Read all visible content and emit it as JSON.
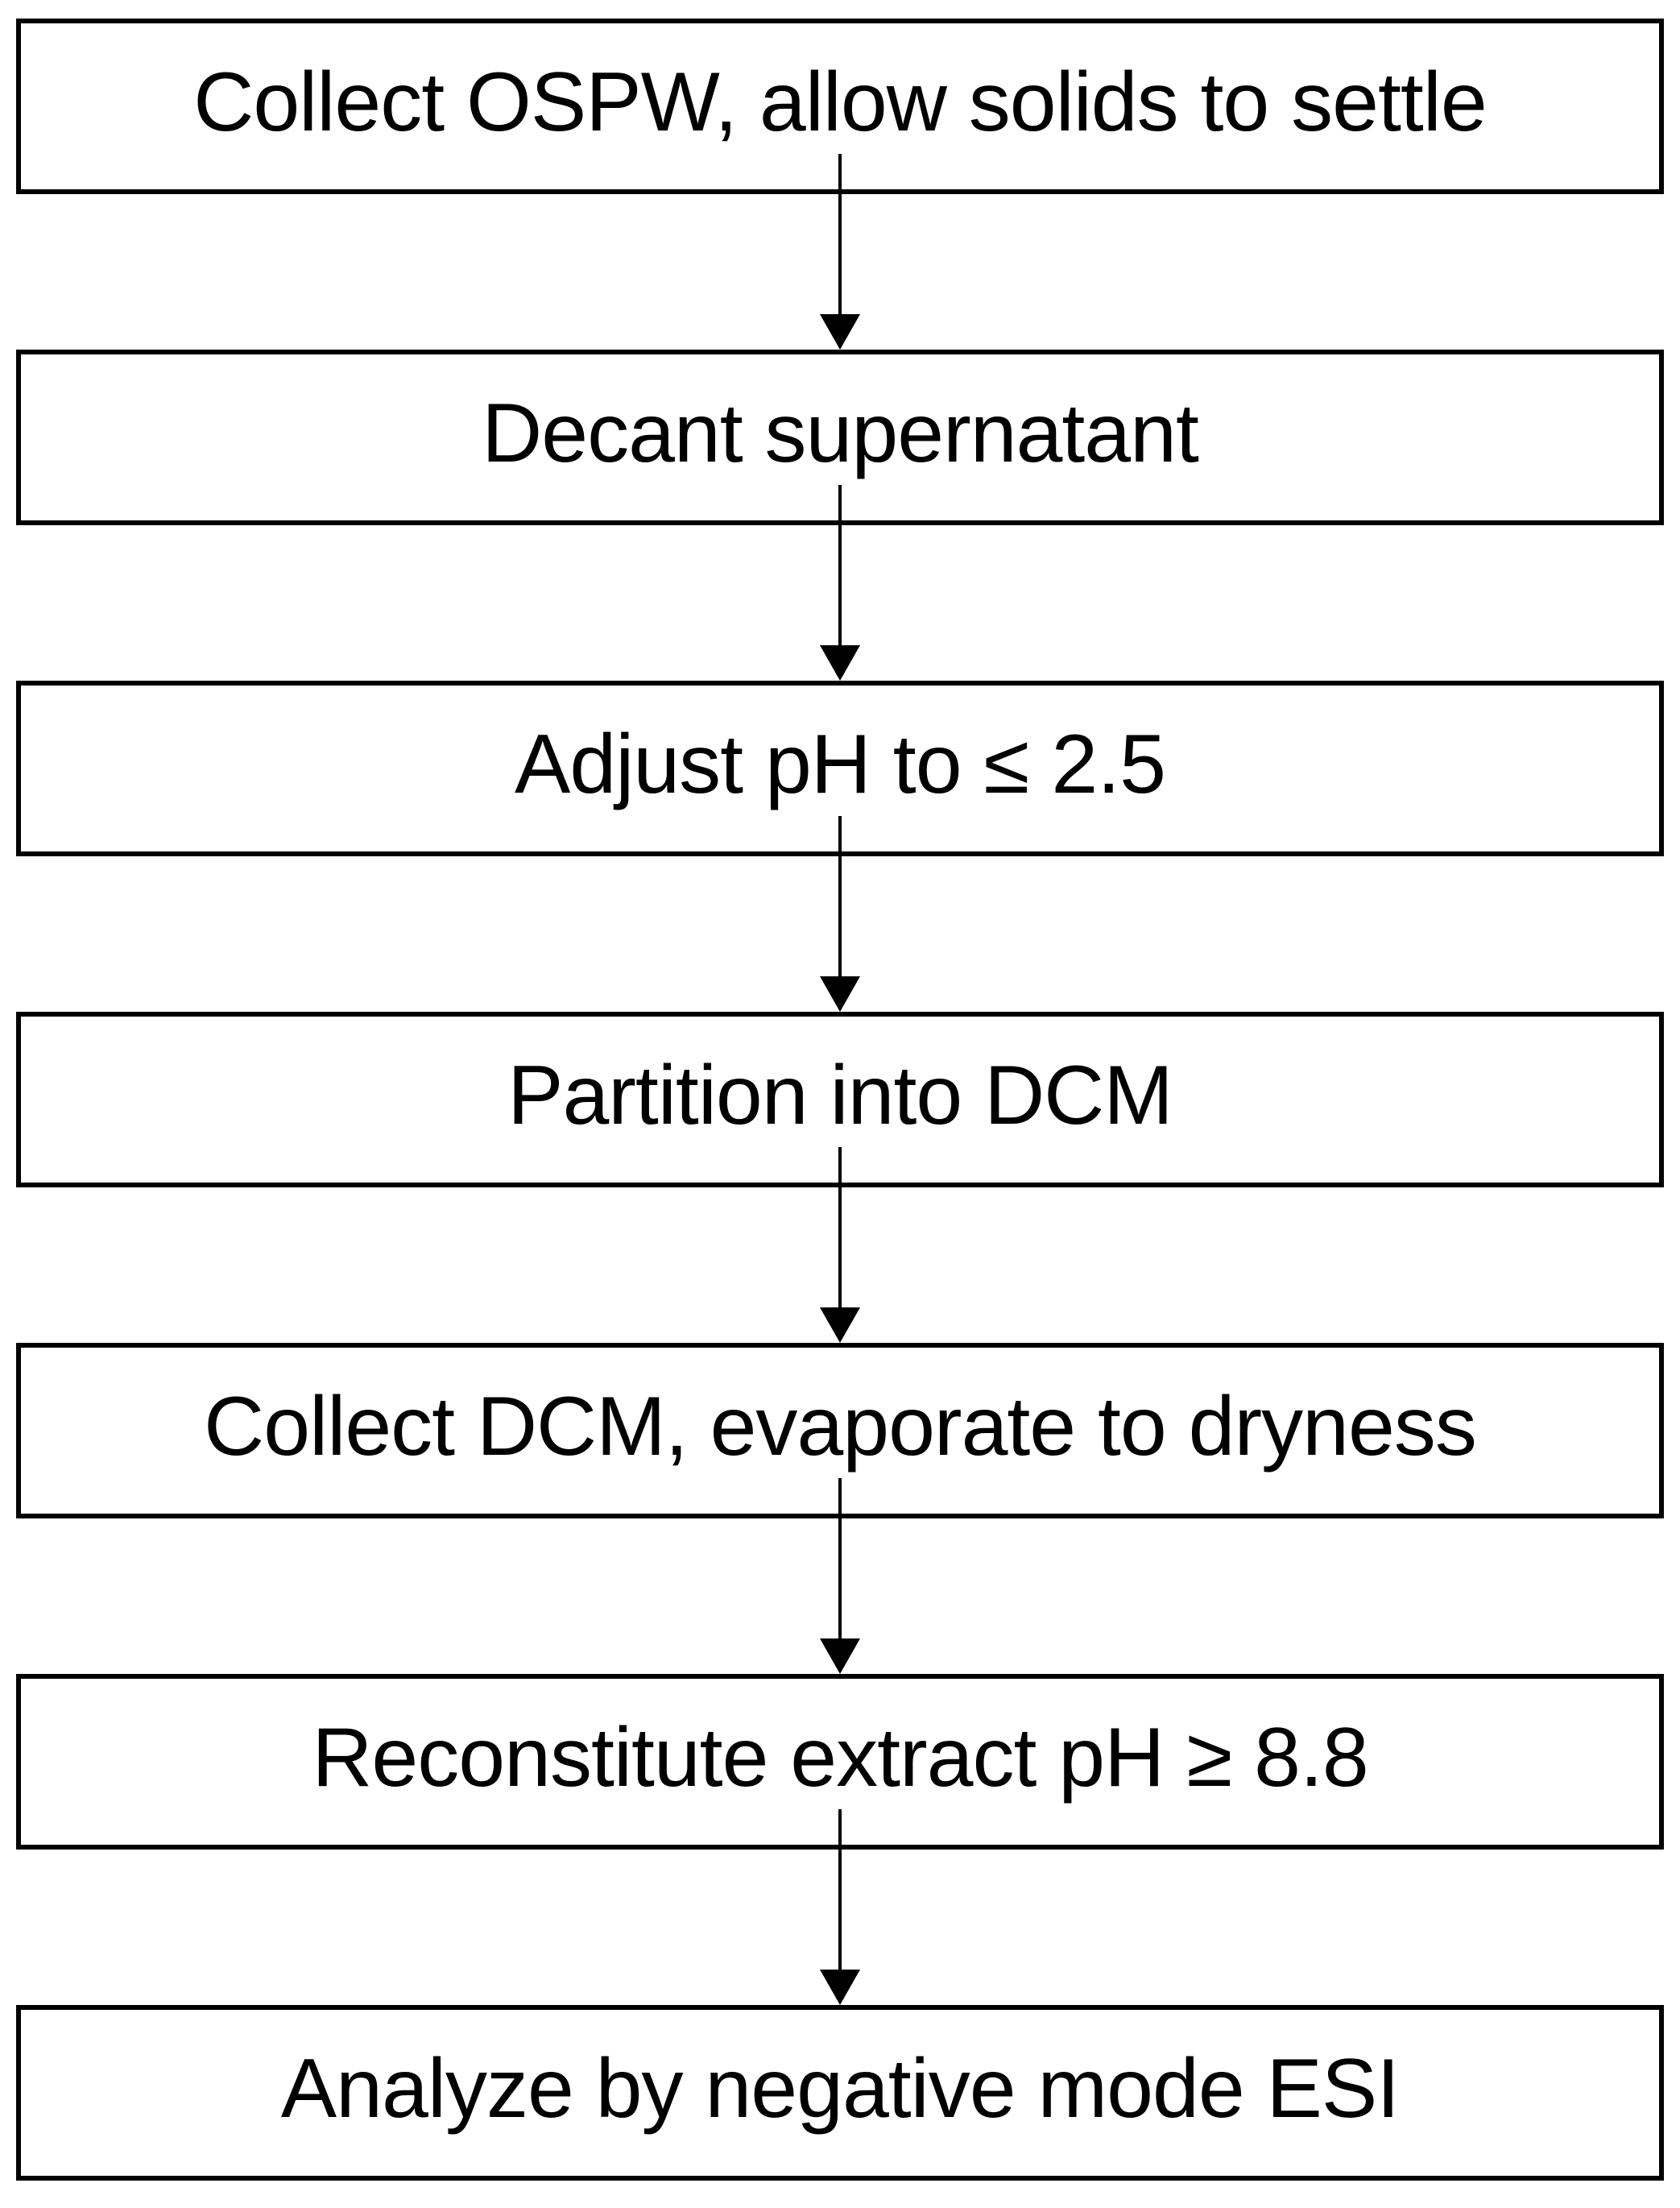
{
  "flowchart": {
    "type": "flowchart",
    "direction": "top-down",
    "steps": [
      "Collect OSPW, allow solids to settle",
      "Decant supernatant",
      "Adjust pH to ≤ 2.5",
      "Partition into DCM",
      "Collect DCM, evaporate to dryness",
      "Reconstitute extract pH ≥ 8.8",
      "Analyze by negative mode ESI"
    ],
    "connector": "down-arrow",
    "colors": {
      "background": "#ffffff",
      "box_fill": "#ffffff",
      "box_border": "#000000",
      "text": "#000000",
      "arrow": "#000000"
    }
  }
}
